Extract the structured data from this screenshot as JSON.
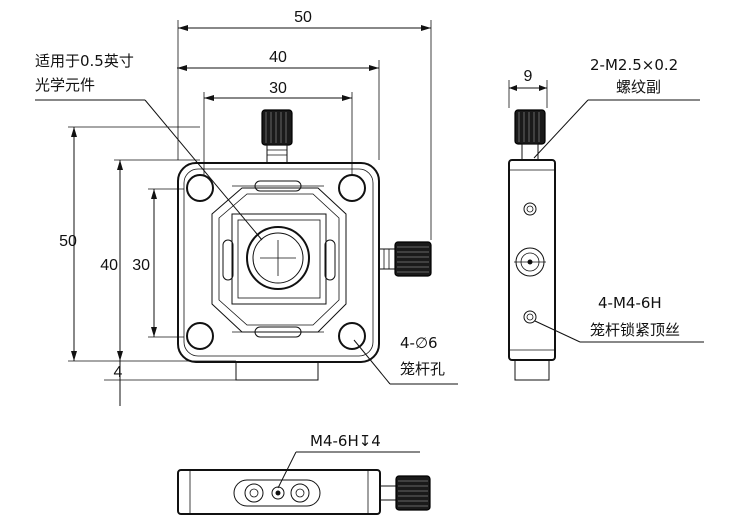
{
  "front_view": {
    "dims": {
      "width_outer": "50",
      "width_mid": "40",
      "width_inner": "30",
      "height_outer": "50",
      "height_mid": "40",
      "height_inner": "30",
      "base_offset": "4"
    },
    "notes": {
      "optics_line1": "适用于0.5英寸",
      "optics_line2": "光学元件",
      "cage_hole_line1": "4-∅6",
      "cage_hole_line2": "笼杆孔"
    }
  },
  "side_view": {
    "dims": {
      "thickness": "9"
    },
    "notes": {
      "screw_line1": "2-M2.5×0.2",
      "screw_line2": "螺纹副",
      "set_screw_line1": "4-M4-6H",
      "set_screw_line2": "笼杆锁紧顶丝"
    }
  },
  "bottom_view": {
    "notes": {
      "thread_callout": "M4-6H↧4"
    }
  }
}
